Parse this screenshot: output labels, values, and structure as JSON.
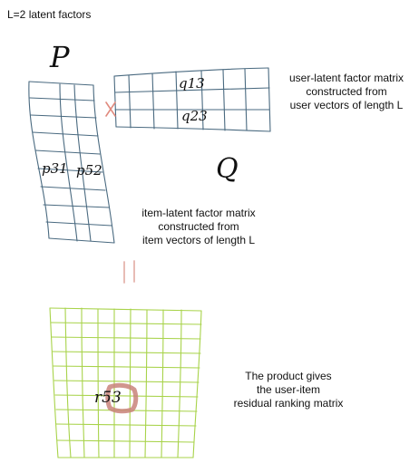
{
  "title": "L=2 latent factors",
  "matrix_P": {
    "symbol": "P",
    "cells": [
      "p31",
      "p52"
    ]
  },
  "matrix_Q": {
    "symbol": "Q",
    "cells": [
      "q13",
      "q23"
    ]
  },
  "product_cell": "r53",
  "operators": {
    "multiply": "x",
    "equals": "="
  },
  "labels": {
    "user_matrix": [
      "user-latent factor matrix",
      "constructed from",
      "user vectors of length L"
    ],
    "item_matrix": [
      "item-latent factor matrix",
      "constructed from",
      "item vectors of length L"
    ],
    "product": [
      "The product gives",
      "the user-item",
      "residual ranking matrix"
    ]
  },
  "colors": {
    "grid_blue": "#4a6a80",
    "grid_green": "#a8d34a",
    "highlight": "#c9827a",
    "multiply_sign": "#e08a7e",
    "equals_sign": "#e6b4ad",
    "ink": "#111111"
  }
}
